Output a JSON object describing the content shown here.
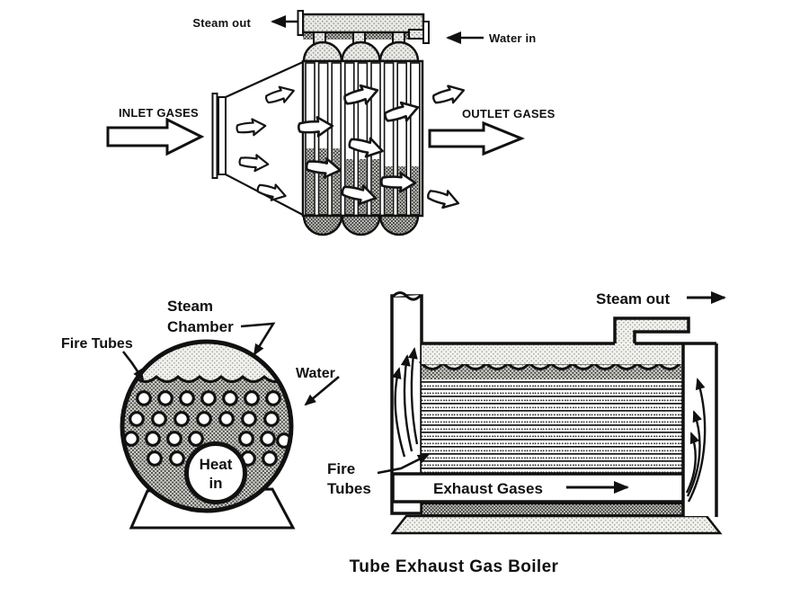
{
  "caption": {
    "title": "Tube Exhaust Gas Boiler"
  },
  "top_diagram": {
    "steam_out": "Steam out",
    "water_in": "Water in",
    "inlet_gases": "INLET GASES",
    "outlet_gases": "OUTLET GASES"
  },
  "cross_section": {
    "steam_chamber_line1": "Steam",
    "steam_chamber_line2": "Chamber",
    "fire_tubes": "Fire Tubes",
    "water": "Water",
    "heat_line1": "Heat",
    "heat_line2": "in"
  },
  "side_view": {
    "steam_out": "Steam out",
    "fire_tubes_line1": "Fire",
    "fire_tubes_line2": "Tubes",
    "exhaust_gases": "Exhaust Gases"
  },
  "colors": {
    "ink": "#111111",
    "paper": "#ffffff"
  }
}
